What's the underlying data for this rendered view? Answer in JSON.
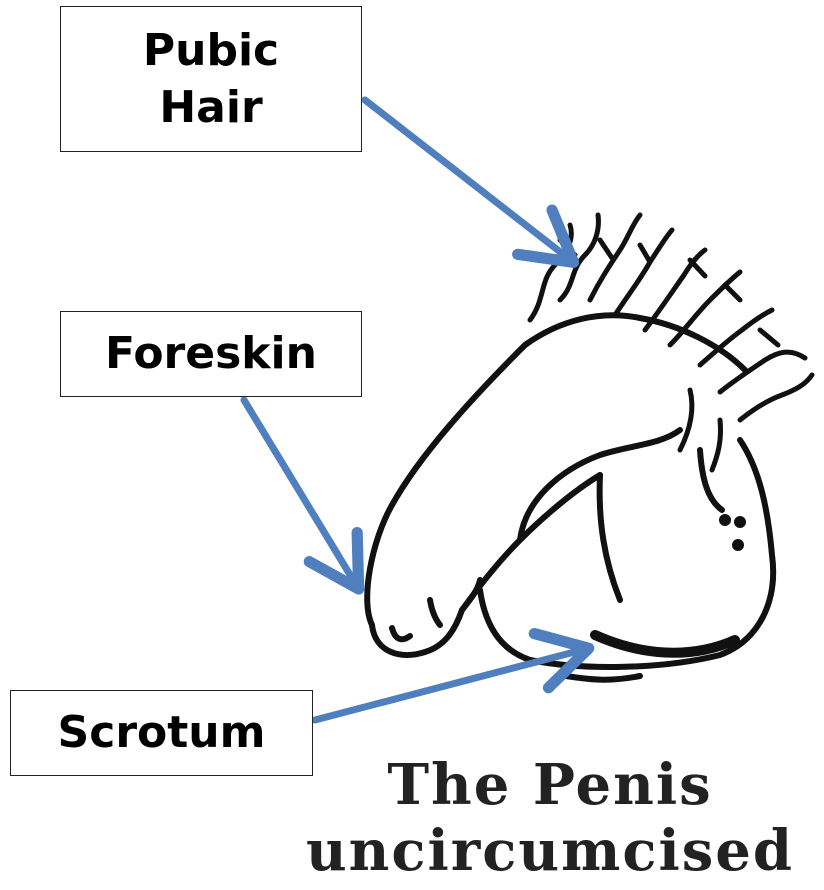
{
  "labels": {
    "pubic_hair": "Pubic\nHair",
    "foreskin": "Foreskin",
    "scrotum": "Scrotum"
  },
  "caption": {
    "line1": "The Penis",
    "line2": "uncircumcised"
  },
  "colors": {
    "arrow": "#4F7FBF",
    "ink": "#111111"
  }
}
